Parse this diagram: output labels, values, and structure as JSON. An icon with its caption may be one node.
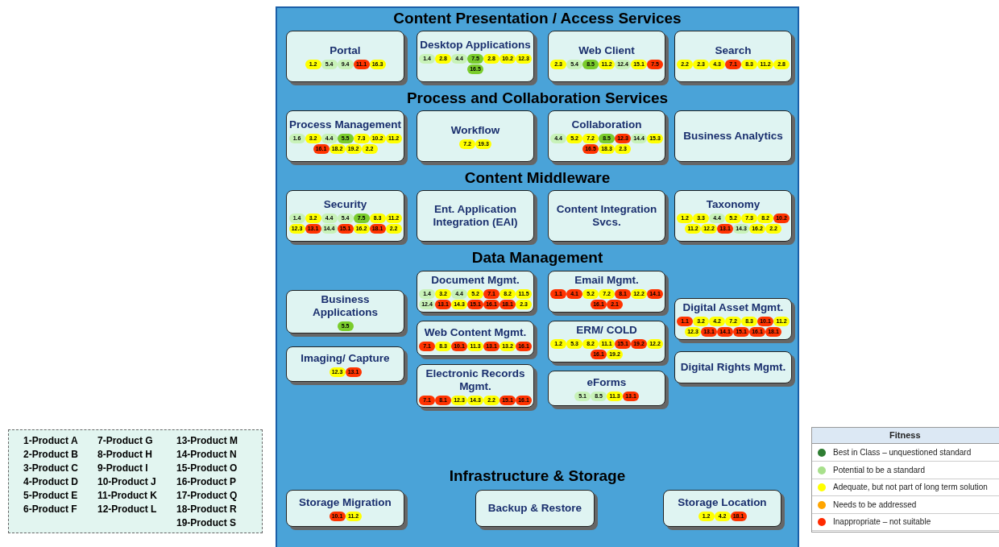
{
  "diagram": {
    "nodes": [
      {
        "text": [
          "Portal"
        ]
      },
      {
        "text": [
          "1.2"
        ],
        "in": 0
      },
      {
        "text": [
          "5.4"
        ],
        "in": 0
      },
      {
        "text": [
          "9.4"
        ],
        "in": 0
      },
      {
        "text": [
          "11.1"
        ],
        "in": 0
      },
      {
        "text": [
          "16.3"
        ],
        "in": 0
      },
      {
        "text": [
          "Desktop Applications"
        ]
      },
      {
        "text": [
          "1.4"
        ],
        "in": 6
      },
      {
        "text": [
          "2.8"
        ],
        "in": 6
      },
      {
        "text": [
          "4.4"
        ],
        "in": 6
      },
      {
        "text": [
          "7.5"
        ],
        "in": 6
      },
      {
        "text": [
          "2.8"
        ],
        "in": 6
      },
      {
        "text": [
          "10.2"
        ],
        "in": 6
      },
      {
        "text": [
          "12.3"
        ],
        "in": 6
      },
      {
        "text": [
          "16.5"
        ],
        "in": 6
      },
      {
        "text": [
          "Web Client"
        ]
      },
      {
        "text": [
          "2.3"
        ],
        "in": 15
      },
      {
        "text": [
          "5.4"
        ],
        "in": 15
      },
      {
        "text": [
          "8.5"
        ],
        "in": 15
      },
      {
        "text": [
          "11.2"
        ],
        "in": 15
      },
      {
        "text": [
          "12.4"
        ],
        "in": 15
      },
      {
        "text": [
          "15.1"
        ],
        "in": 15
      },
      {
        "text": [
          "7.5"
        ],
        "in": 15
      },
      {
        "text": [
          "Search"
        ]
      },
      {
        "text": [
          "2.2"
        ],
        "in": 23
      },
      {
        "text": [
          "2.3"
        ],
        "in": 23
      },
      {
        "text": [
          "4.3"
        ],
        "in": 23
      },
      {
        "text": [
          "7.1"
        ],
        "in": 23
      },
      {
        "text": [
          "8.3"
        ],
        "in": 23
      },
      {
        "text": [
          "11.2"
        ],
        "in": 23
      },
      {
        "text": [
          "2.8"
        ],
        "in": 23
      },
      {
        "text": [
          "Process Management"
        ]
      },
      {
        "text": [
          "1.6"
        ],
        "in": 31
      },
      {
        "text": [
          "3.2"
        ],
        "in": 31
      },
      {
        "text": [
          "4.4"
        ],
        "in": 31
      },
      {
        "text": [
          "5.5"
        ],
        "in": 31
      },
      {
        "text": [
          "7.3"
        ],
        "in": 31
      },
      {
        "text": [
          "10.2"
        ],
        "in": 31
      },
      {
        "text": [
          "11.2"
        ],
        "in": 31
      },
      {
        "text": [
          "16.1"
        ],
        "in": 31
      },
      {
        "text": [
          "18.2"
        ],
        "in": 31
      },
      {
        "text": [
          "19.2"
        ],
        "in": 31
      },
      {
        "text": [
          "2.2"
        ],
        "in": 31
      },
      {
        "text": [
          "Workflow"
        ]
      },
      {
        "text": [
          "7.2"
        ],
        "in": 43
      },
      {
        "text": [
          "19.3"
        ],
        "in": 43
      },
      {
        "text": [
          "Collaboration"
        ]
      },
      {
        "text": [
          "4.4"
        ],
        "in": 46
      },
      {
        "text": [
          "5.2"
        ],
        "in": 46
      },
      {
        "text": [
          "7.2"
        ],
        "in": 46
      },
      {
        "text": [
          "8.5"
        ],
        "in": 46
      },
      {
        "text": [
          "12.3"
        ],
        "in": 46
      },
      {
        "text": [
          "14.4"
        ],
        "in": 46
      },
      {
        "text": [
          "15.3"
        ],
        "in": 46
      },
      {
        "text": [
          "16.5"
        ],
        "in": 46
      },
      {
        "text": [
          "18.3"
        ],
        "in": 46
      },
      {
        "text": [
          "2.3"
        ],
        "in": 46
      },
      {
        "text": [
          "Business Analytics"
        ]
      },
      {
        "text": [
          "Security"
        ]
      },
      {
        "text": [
          "1.4"
        ],
        "in": 58
      },
      {
        "text": [
          "3.2"
        ],
        "in": 58
      },
      {
        "text": [
          "4.4"
        ],
        "in": 58
      },
      {
        "text": [
          "5.4"
        ],
        "in": 58
      },
      {
        "text": [
          "7.5"
        ],
        "in": 58
      },
      {
        "text": [
          "8.3"
        ],
        "in": 58
      },
      {
        "text": [
          "11.2"
        ],
        "in": 58
      },
      {
        "text": [
          "12.3"
        ],
        "in": 58
      },
      {
        "text": [
          "13.1"
        ],
        "in": 58
      },
      {
        "text": [
          "14.4"
        ],
        "in": 58
      },
      {
        "text": [
          "15.1"
        ],
        "in": 58
      },
      {
        "text": [
          "16.2"
        ],
        "in": 58
      },
      {
        "text": [
          "18.1"
        ],
        "in": 58
      },
      {
        "text": [
          "2.2"
        ],
        "in": 58
      },
      {
        "text": [
          "Ent. Application Integration (EAI)"
        ]
      },
      {
        "text": [
          "Content Integration Svcs."
        ]
      },
      {
        "text": [
          "Taxonomy"
        ]
      },
      {
        "text": [
          "1.2"
        ],
        "in": 75
      },
      {
        "text": [
          "3.3"
        ],
        "in": 75
      },
      {
        "text": [
          "4.4"
        ],
        "in": 75
      },
      {
        "text": [
          "5.2"
        ],
        "in": 75
      },
      {
        "text": [
          "7.3"
        ],
        "in": 75
      },
      {
        "text": [
          "8.2"
        ],
        "in": 75
      },
      {
        "text": [
          "10.2"
        ],
        "in": 75
      },
      {
        "text": [
          "11.2"
        ],
        "in": 75
      },
      {
        "text": [
          "12.2"
        ],
        "in": 75
      },
      {
        "text": [
          "13.1"
        ],
        "in": 75
      },
      {
        "text": [
          "14.3"
        ],
        "in": 75
      },
      {
        "text": [
          "16.2"
        ],
        "in": 75
      },
      {
        "text": [
          "2.2"
        ],
        "in": 75
      },
      {
        "text": [
          "Document Mgmt."
        ]
      },
      {
        "text": [
          "1.4"
        ],
        "in": 89
      },
      {
        "text": [
          "3.2"
        ],
        "in": 89
      },
      {
        "text": [
          "4.4"
        ],
        "in": 89
      },
      {
        "text": [
          "5.2"
        ],
        "in": 89
      },
      {
        "text": [
          "7.1"
        ],
        "in": 89
      },
      {
        "text": [
          "8.2"
        ],
        "in": 89
      },
      {
        "text": [
          "11.5"
        ],
        "in": 89
      },
      {
        "text": [
          "12.4"
        ],
        "in": 89
      },
      {
        "text": [
          "13.1"
        ],
        "in": 89
      },
      {
        "text": [
          "14.3"
        ],
        "in": 89
      },
      {
        "text": [
          "15.1"
        ],
        "in": 89
      },
      {
        "text": [
          "16.1"
        ],
        "in": 89
      },
      {
        "text": [
          "18.1"
        ],
        "in": 89
      },
      {
        "text": [
          "2.3"
        ],
        "in": 89
      },
      {
        "text": [
          "Email Mgmt."
        ]
      },
      {
        "text": [
          "1.1"
        ],
        "in": 104
      },
      {
        "text": [
          "4.1"
        ],
        "in": 104
      },
      {
        "text": [
          "5.2"
        ],
        "in": 104
      },
      {
        "text": [
          "7.2"
        ],
        "in": 104
      },
      {
        "text": [
          "8.1"
        ],
        "in": 104
      },
      {
        "text": [
          "12.2"
        ],
        "in": 104
      },
      {
        "text": [
          "14.1"
        ],
        "in": 104
      },
      {
        "text": [
          "16.1"
        ],
        "in": 104
      },
      {
        "text": [
          "2.1"
        ],
        "in": 104
      },
      {
        "text": [
          "Business Applications"
        ]
      },
      {
        "text": [
          "5.5"
        ],
        "in": 114
      },
      {
        "text": [
          "Digital Asset Mgmt."
        ]
      },
      {
        "text": [
          "1.1"
        ],
        "in": 116
      },
      {
        "text": [
          "3.2"
        ],
        "in": 116
      },
      {
        "text": [
          "4.2"
        ],
        "in": 116
      },
      {
        "text": [
          "7.2"
        ],
        "in": 116
      },
      {
        "text": [
          "8.3"
        ],
        "in": 116
      },
      {
        "text": [
          "10.1"
        ],
        "in": 116
      },
      {
        "text": [
          "11.2"
        ],
        "in": 116
      },
      {
        "text": [
          "12.3"
        ],
        "in": 116
      },
      {
        "text": [
          "13.1"
        ],
        "in": 116
      },
      {
        "text": [
          "14.1"
        ],
        "in": 116
      },
      {
        "text": [
          "15.1"
        ],
        "in": 116
      },
      {
        "text": [
          "16.1"
        ],
        "in": 116
      },
      {
        "text": [
          "18.1"
        ],
        "in": 116
      },
      {
        "text": [
          "Web Content Mgmt."
        ]
      },
      {
        "text": [
          "7.1"
        ],
        "in": 130
      },
      {
        "text": [
          "8.3"
        ],
        "in": 130
      },
      {
        "text": [
          "10.1"
        ],
        "in": 130
      },
      {
        "text": [
          "11.3"
        ],
        "in": 130
      },
      {
        "text": [
          "13.1"
        ],
        "in": 130
      },
      {
        "text": [
          "13.2"
        ],
        "in": 130
      },
      {
        "text": [
          "16.1"
        ],
        "in": 130
      },
      {
        "text": [
          "ERM/ COLD"
        ]
      },
      {
        "text": [
          "1.2"
        ],
        "in": 138
      },
      {
        "text": [
          "5.3"
        ],
        "in": 138
      },
      {
        "text": [
          "8.2"
        ],
        "in": 138
      },
      {
        "text": [
          "11.1"
        ],
        "in": 138
      },
      {
        "text": [
          "15.1"
        ],
        "in": 138
      },
      {
        "text": [
          "19.2"
        ],
        "in": 138
      },
      {
        "text": [
          "12.2"
        ],
        "in": 138
      },
      {
        "text": [
          "16.1"
        ],
        "in": 138
      },
      {
        "text": [
          "19.2"
        ],
        "in": 138
      },
      {
        "text": [
          "Imaging/ Capture"
        ]
      },
      {
        "text": [
          "12.3"
        ],
        "in": 148
      },
      {
        "text": [
          "13.1"
        ],
        "in": 148
      },
      {
        "text": [
          "Digital Rights Mgmt."
        ]
      },
      {
        "text": [
          "Electronic Records Mgmt."
        ]
      },
      {
        "text": [
          "7.1"
        ],
        "in": 152
      },
      {
        "text": [
          "8.1"
        ],
        "in": 152
      },
      {
        "text": [
          "12.3"
        ],
        "in": 152
      },
      {
        "text": [
          "14.3"
        ],
        "in": 152
      },
      {
        "text": [
          "2.2"
        ],
        "in": 152
      },
      {
        "text": [
          "15.1"
        ],
        "in": 152
      },
      {
        "text": [
          "16.1"
        ],
        "in": 152
      },
      {
        "text": [
          "eForms"
        ]
      },
      {
        "text": [
          "5.1"
        ],
        "in": 160
      },
      {
        "text": [
          "8.5"
        ],
        "in": 160
      },
      {
        "text": [
          "11.3"
        ],
        "in": 160
      },
      {
        "text": [
          "13.1"
        ],
        "in": 160
      },
      {
        "text": [
          "Storage Migration"
        ]
      },
      {
        "text": [
          "10.1"
        ],
        "in": 165
      },
      {
        "text": [
          "11.2"
        ],
        "in": 165
      },
      {
        "text": [
          "Backup & Restore"
        ]
      },
      {
        "text": [
          "Storage Location"
        ]
      },
      {
        "text": [
          "1.2"
        ],
        "in": 169
      },
      {
        "text": [
          "4.2"
        ],
        "in": 169
      },
      {
        "text": [
          "18.1"
        ],
        "in": 169
      }
    ],
    "labels": [
      "Content Presentation / Access Services",
      "Process and Collaboration Services",
      "Content Middleware",
      "Data Management",
      "Infrastructure & Storage",
      "1-Product A",
      "7-Product G",
      "13-Product M",
      "2-Product B",
      "8-Product H",
      "14-Product N",
      "3-Product C",
      "9-Product I",
      "15-Product O",
      "4-Product D",
      "10-Product J",
      "16-Product P",
      "5-Product E",
      "11-Product K",
      "17-Product Q",
      "6-Product F",
      "12-Product L",
      "18-Product R",
      "19-Product S",
      "Fitness"
    ],
    "legend": [
      {
        "text": "Best in Class – unquestioned standard",
        "color": "#2e7d32"
      },
      {
        "text": "Potential to be a standard",
        "color": "#a8e08c"
      },
      {
        "text": "Adequate, but not part of long term solution",
        "color": "#ffff00"
      },
      {
        "text": "Needs to be addressed",
        "color": "#ffa500"
      },
      {
        "text": "Inappropriate – not suitable",
        "color": "#ff2a00"
      }
    ]
  }
}
